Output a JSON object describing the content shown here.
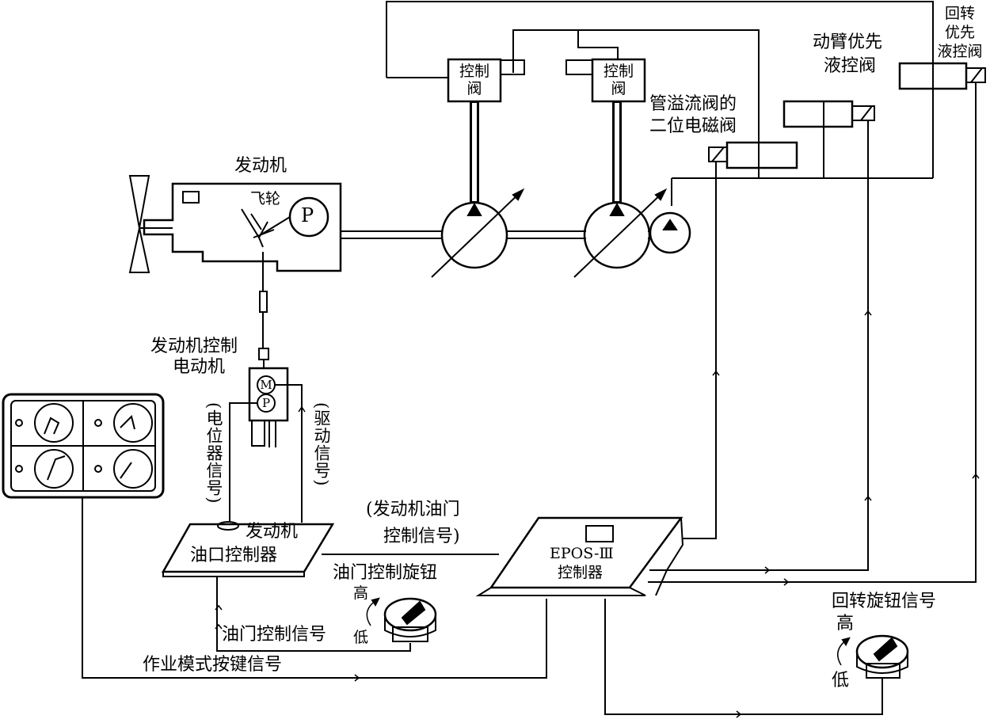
{
  "labels": {
    "engine": "发动机",
    "flywheel": "飞轮",
    "pump_p": "P",
    "motor_m": "M",
    "pot_p": "P",
    "control_valve_1_line1": "控制",
    "control_valve_1_line2": "阀",
    "control_valve_2_line1": "控制",
    "control_valve_2_line2": "阀",
    "relief_solenoid_line1": "管溢流阀的",
    "relief_solenoid_line2": "二位电磁阀",
    "boom_priority_line1": "动臂优先",
    "boom_priority_line2": "液控阀",
    "swing_priority_line1": "回转",
    "swing_priority_line2": "优先",
    "swing_priority_line3": "液控阀",
    "engine_motor_line1": "发动机控制",
    "engine_motor_line2": "电动机",
    "pot_signal": "(电位器信号)",
    "drive_signal": "(驱动信号)",
    "throttle_ctrl_line1": "发动机",
    "throttle_ctrl_line2": "油口控制器",
    "throttle_signal_line1": "(发动机油门",
    "throttle_signal_line2": "控制信号)",
    "epos_line1": "EPOS-Ⅲ",
    "epos_line2": "控制器",
    "throttle_knob": "油门控制旋钮",
    "throttle_high": "高",
    "throttle_low": "低",
    "throttle_ctrl_signal": "油门控制信号",
    "work_mode_signal": "作业模式按键信号",
    "swing_knob_signal": "回转旋钮信号",
    "swing_high": "高",
    "swing_low": "低"
  }
}
